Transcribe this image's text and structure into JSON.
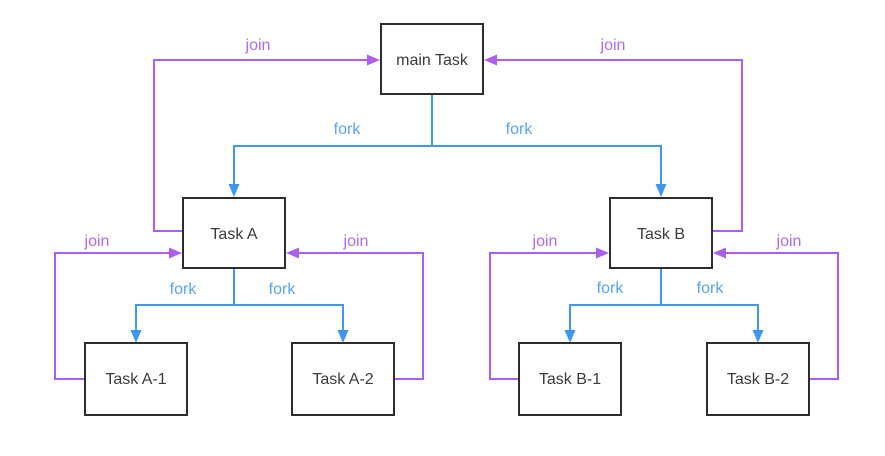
{
  "diagram": {
    "type": "fork-join-task-diagram",
    "background": "#ffffff",
    "colors": {
      "fork_line": "#3e97f0",
      "fork_label": "#57a5f6",
      "join_line": "#aa5ff0",
      "join_label": "#b26af2",
      "node_border": "#2d2d2d",
      "node_fill": "#ffffff",
      "node_text": "#3c3c3c"
    },
    "nodes": [
      {
        "id": "main-task",
        "label": "main Task"
      },
      {
        "id": "task-a",
        "label": "Task A"
      },
      {
        "id": "task-b",
        "label": "Task B"
      },
      {
        "id": "task-a-1",
        "label": "Task A-1"
      },
      {
        "id": "task-a-2",
        "label": "Task A-2"
      },
      {
        "id": "task-b-1",
        "label": "Task B-1"
      },
      {
        "id": "task-b-2",
        "label": "Task B-2"
      }
    ],
    "edges": [
      {
        "from": "main Task",
        "to": "Task A",
        "type": "fork",
        "label": "fork"
      },
      {
        "from": "main Task",
        "to": "Task B",
        "type": "fork",
        "label": "fork"
      },
      {
        "from": "Task A",
        "to": "Task A-1",
        "type": "fork",
        "label": "fork"
      },
      {
        "from": "Task A",
        "to": "Task A-2",
        "type": "fork",
        "label": "fork"
      },
      {
        "from": "Task B",
        "to": "Task B-1",
        "type": "fork",
        "label": "fork"
      },
      {
        "from": "Task B",
        "to": "Task B-2",
        "type": "fork",
        "label": "fork"
      },
      {
        "from": "Task A",
        "to": "main Task",
        "type": "join",
        "label": "join"
      },
      {
        "from": "Task B",
        "to": "main Task",
        "type": "join",
        "label": "join"
      },
      {
        "from": "Task A-1",
        "to": "Task A",
        "type": "join",
        "label": "join"
      },
      {
        "from": "Task A-2",
        "to": "Task A",
        "type": "join",
        "label": "join"
      },
      {
        "from": "Task B-1",
        "to": "Task B",
        "type": "join",
        "label": "join"
      },
      {
        "from": "Task B-2",
        "to": "Task B",
        "type": "join",
        "label": "join"
      }
    ]
  }
}
